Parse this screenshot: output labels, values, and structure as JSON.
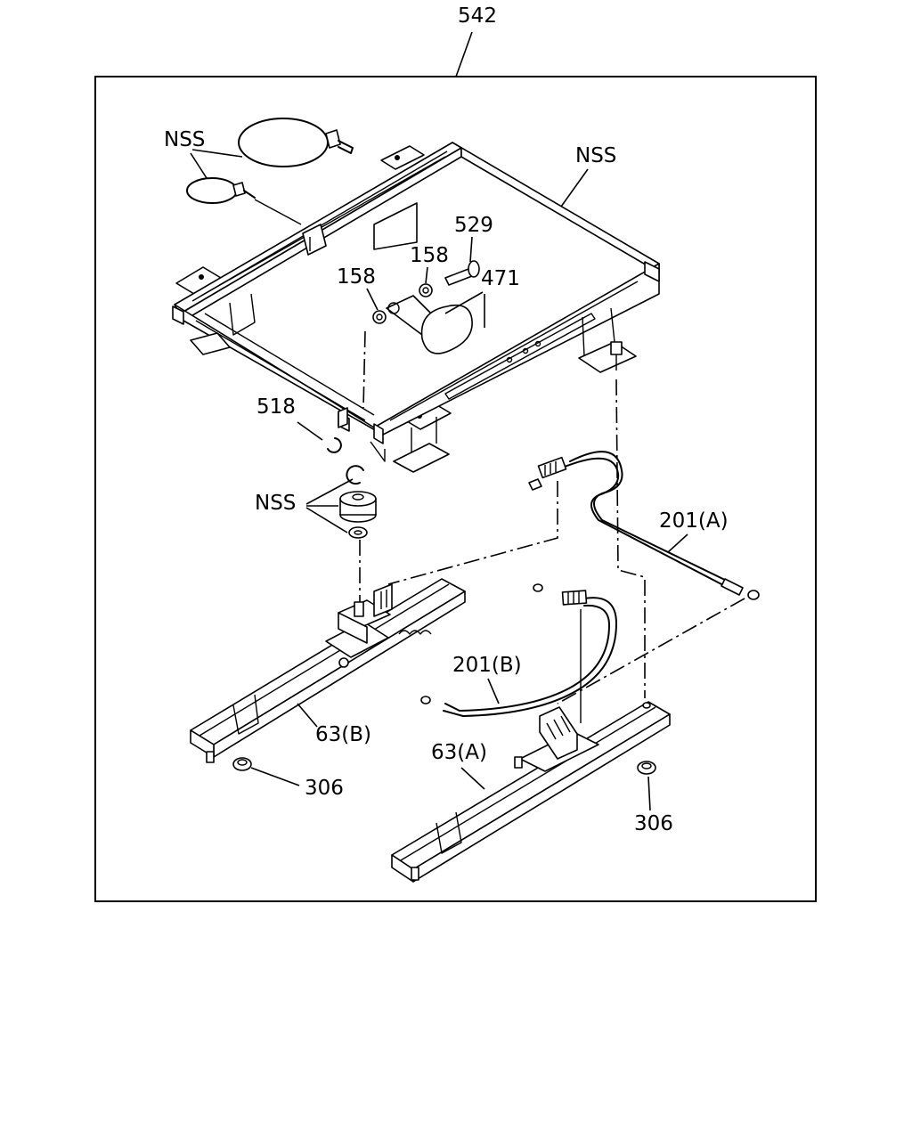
{
  "assembly_number": "542",
  "callouts": {
    "nss_bands": "NSS",
    "nss_frame": "NSS",
    "nss_mount": "NSS",
    "p529": "529",
    "p158_upper": "158",
    "p158_left": "158",
    "p471": "471",
    "p518": "518",
    "p201a": "201(A)",
    "p201b": "201(B)",
    "p63b": "63(B)",
    "p63a": "63(A)",
    "p306_left": "306",
    "p306_right": "306"
  }
}
